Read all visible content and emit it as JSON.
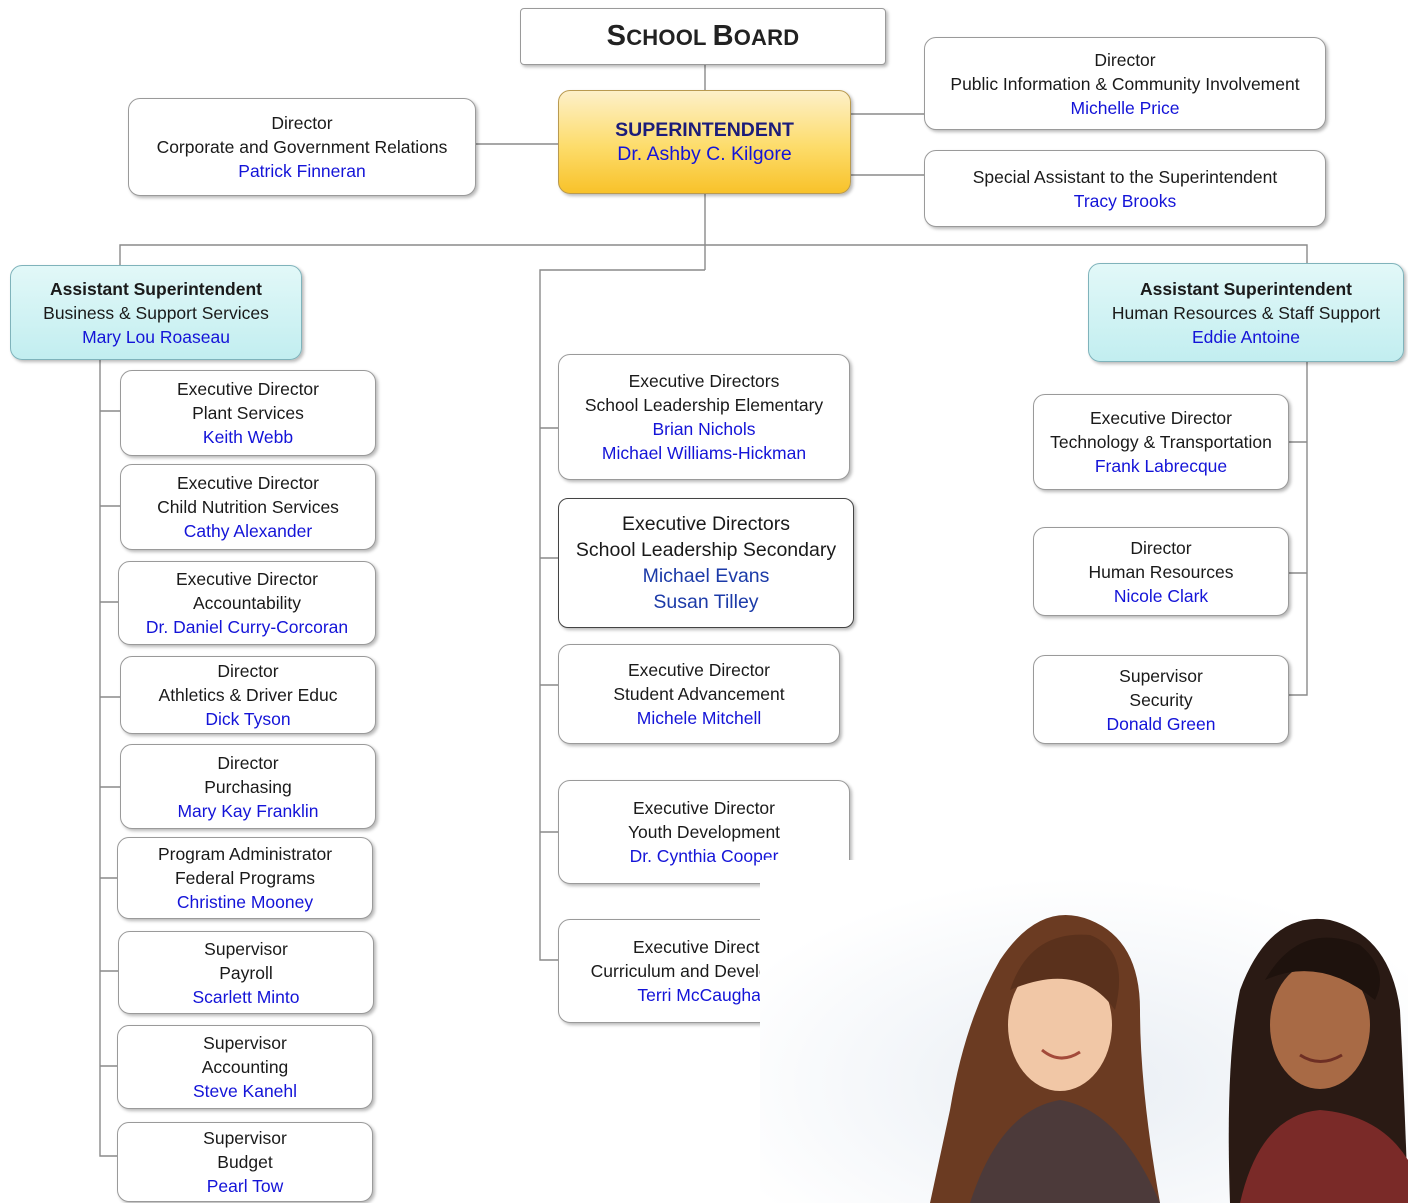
{
  "school_board": {
    "label_big1": "S",
    "label_small1": "CHOOL ",
    "label_big2": "B",
    "label_small2": "OARD"
  },
  "superintendent": {
    "title": "SUPERINTENDENT",
    "name": "Dr. Ashby C. Kilgore"
  },
  "top_left": {
    "title": "Director",
    "dept": "Corporate and Government Relations",
    "name": "Patrick Finneran"
  },
  "top_right": [
    {
      "title": "Director",
      "dept": "Public Information & Community Involvement",
      "name": "Michelle Price"
    },
    {
      "title": "Special Assistant to the Superintendent",
      "name": "Tracy Brooks"
    }
  ],
  "left_branch": {
    "head": {
      "title": "Assistant Superintendent",
      "dept": "Business & Support Services",
      "name": "Mary Lou Roaseau"
    },
    "items": [
      {
        "title": "Executive Director",
        "dept": "Plant Services",
        "name": "Keith Webb"
      },
      {
        "title": "Executive Director",
        "dept": "Child Nutrition Services",
        "name": "Cathy Alexander"
      },
      {
        "title": "Executive Director",
        "dept": "Accountability",
        "name": "Dr. Daniel Curry-Corcoran"
      },
      {
        "title": "Director",
        "dept": "Athletics & Driver  Educ",
        "name": "Dick Tyson"
      },
      {
        "title": "Director",
        "dept": "Purchasing",
        "name": "Mary Kay Franklin"
      },
      {
        "title": "Program Administrator",
        "dept": "Federal Programs",
        "name": "Christine Mooney"
      },
      {
        "title": "Supervisor",
        "dept": "Payroll",
        "name": "Scarlett Minto"
      },
      {
        "title": "Supervisor",
        "dept": "Accounting",
        "name": "Steve Kanehl"
      },
      {
        "title": "Supervisor",
        "dept": "Budget",
        "name": "Pearl Tow"
      }
    ]
  },
  "center_branch": {
    "items": [
      {
        "title": "Executive Directors",
        "dept": "School Leadership Elementary",
        "name": "Brian Nichols",
        "name2": "Michael Williams-Hickman"
      },
      {
        "title": "Executive Directors",
        "dept": "School Leadership Secondary",
        "name": "Michael Evans",
        "name2": "Susan Tilley"
      },
      {
        "title": "Executive Director",
        "dept": "Student Advancement",
        "name": "Michele Mitchell"
      },
      {
        "title": "Executive Director",
        "dept": "Youth Development",
        "name": "Dr. Cynthia Cooper"
      },
      {
        "title": "Executive Director",
        "dept": "Curriculum and Development",
        "name": "Terri McCaughan"
      }
    ]
  },
  "right_branch": {
    "head": {
      "title": "Assistant Superintendent",
      "dept": "Human Resources & Staff Support",
      "name": "Eddie Antoine"
    },
    "items": [
      {
        "title": "Executive Director",
        "dept": "Technology & Transportation",
        "name": "Frank Labrecque"
      },
      {
        "title": "Director",
        "dept": "Human Resources",
        "name": "Nicole Clark"
      },
      {
        "title": "Supervisor",
        "dept": "Security",
        "name": "Donald Green"
      }
    ]
  },
  "colors": {
    "name_blue": "#1414d8",
    "superintendent_gold": "#f8c22a",
    "assistant_cyan": "#c2eef0",
    "connector_gray": "#8a8a8a"
  }
}
